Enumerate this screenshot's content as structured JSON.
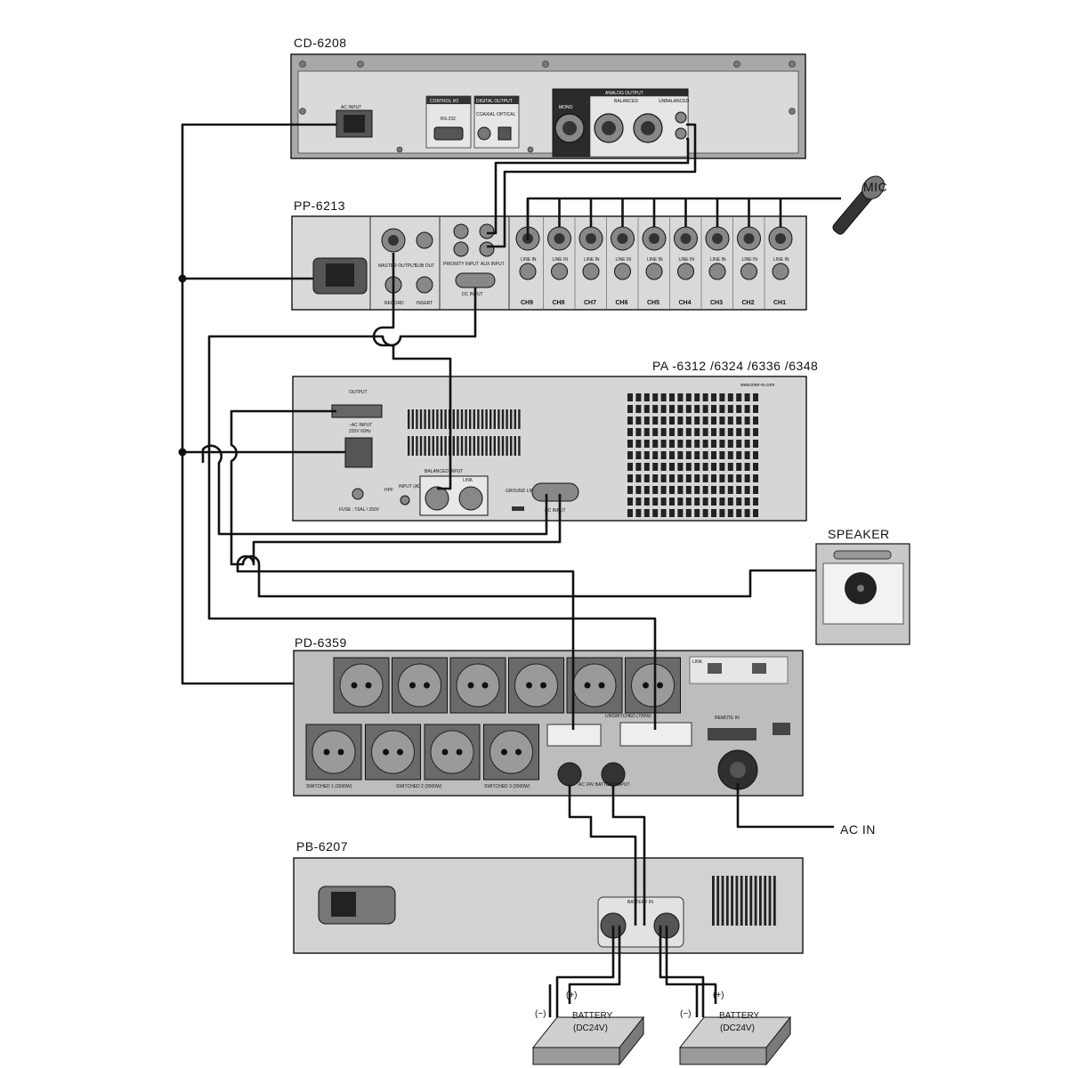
{
  "devices": {
    "cd": {
      "title": "CD-6208",
      "ac_input": "AC INPUT",
      "control_io": "CONTROL I/O",
      "rs232": "RS-232",
      "digital_output": "DIGITAL OUTPUT",
      "coaxial": "COAXIAL",
      "optical": "OPTICAL",
      "analog_output": "ANALOG OUTPUT",
      "mono": "MONO",
      "balanced": "BALANCED",
      "unbalanced": "UNBALANCED"
    },
    "pp": {
      "title": "PP-6213",
      "master_out": "MASTER OUTPUT",
      "sub_out": "SUB OUT",
      "record": "RECORD",
      "insert": "INSERT",
      "priority": "PRIORITY INPUT",
      "aux": "AUX INPUT",
      "dc_input": "DC INPUT",
      "line_in": "LINE IN",
      "channels": [
        "CH9",
        "CH8",
        "CH7",
        "CH6",
        "CH5",
        "CH4",
        "CH3",
        "CH2",
        "CH1"
      ]
    },
    "pa": {
      "title": "PA -6312 /6324 /6336 /6348",
      "website": "www.inter-m.com",
      "output": "OUTPUT",
      "ac_input": "~AC INPUT",
      "ac_rating": "220V 60Hz",
      "balanced_input": "BALANCED INPUT",
      "link": "LINK",
      "ground_lift": "GROUND LIFT",
      "dc_input": "DC INPUT",
      "fuse": "FUSE : T6AL / 250V",
      "hpf": "HPF",
      "input_adj": "INPUT (ADJ)"
    },
    "speaker": {
      "title": "SPEAKER"
    },
    "mic": {
      "title": "MIC"
    },
    "pd": {
      "title": "PD-6359",
      "unswitched": "UNSWITCHED (700W)",
      "switched_1": "SWITCHED 1 (2000W)",
      "switched_2": "SWITCHED 2 (2000W)",
      "switched_3": "SWITCHED 3 (2000W)",
      "battery_input": "AC 24V BATTERY INPUT",
      "remote_in": "REMOTE IN",
      "link": "LINK",
      "ac_in": "AC IN"
    },
    "pb": {
      "title": "PB-6207",
      "battery_in": "BATTERY IN"
    },
    "batteries": [
      {
        "line1": "BATTERY",
        "line2": "(DC24V)",
        "minus": "(−)",
        "plus": "(+)"
      },
      {
        "line1": "BATTERY",
        "line2": "(DC24V)",
        "minus": "(−)",
        "plus": "(+)"
      }
    ]
  },
  "colors": {
    "panel": "#d9d9d9",
    "panel_dark": "#4a4a4a",
    "wire": "#111111",
    "background": "#ffffff"
  }
}
